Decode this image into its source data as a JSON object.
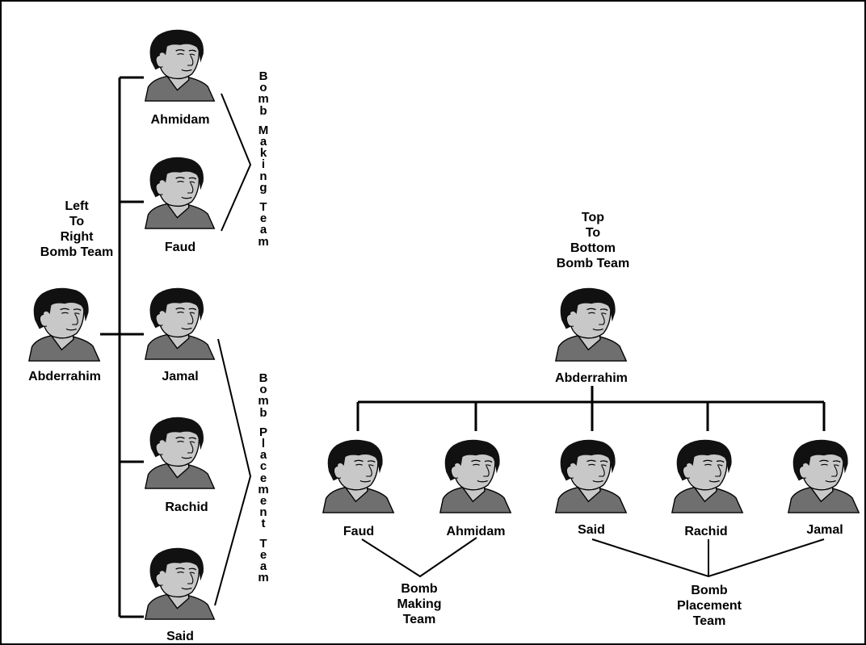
{
  "left_diagram": {
    "title_lines": [
      "Left",
      "To",
      "Right",
      "Bomb Team"
    ],
    "leader": "Abderrahim",
    "members": [
      "Ahmidam",
      "Faud",
      "Jamal",
      "Rachid",
      "Said"
    ],
    "making_team_label": "Bomb Making Team",
    "placement_team_label": "Bomb Placement Team"
  },
  "right_diagram": {
    "title_lines": [
      "Top",
      "To",
      "Bottom",
      "Bomb Team"
    ],
    "leader": "Abderrahim",
    "members": [
      "Faud",
      "Ahmidam",
      "Said",
      "Rachid",
      "Jamal"
    ],
    "making_team_lines": [
      "Bomb",
      "Making",
      "Team"
    ],
    "placement_team_lines": [
      "Bomb",
      "Placement",
      "Team"
    ]
  },
  "icons": {
    "person": "person-portrait-icon"
  },
  "colors": {
    "line": "#000000",
    "face": "#c8c8c8",
    "hair": "#111111",
    "shirt": "#6f6f6f",
    "background": "#ffffff"
  }
}
